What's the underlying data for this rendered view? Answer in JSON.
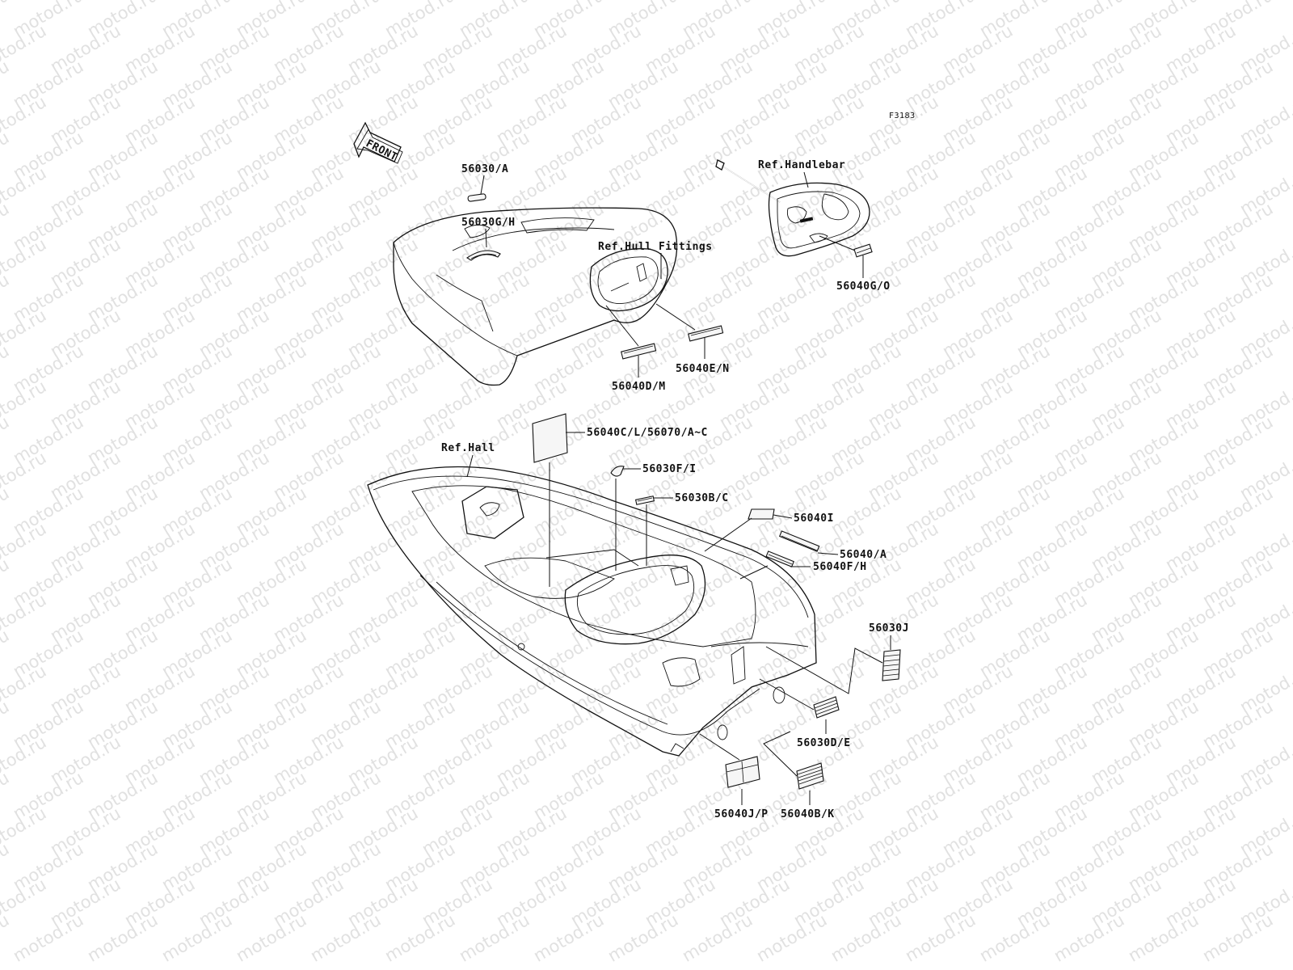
{
  "watermark": "motod.ru",
  "figure_code": "F3183",
  "front_marker": "FRONT",
  "references": {
    "handlebar": "Ref.Handlebar",
    "hull_fittings": "Ref.Hull Fittings",
    "hull": "Ref.Hall"
  },
  "parts": {
    "p56030A": "56030/A",
    "p56030GH": "56030G/H",
    "p56040GO": "56040G/O",
    "p56040DM": "56040D/M",
    "p56040EN": "56040E/N",
    "p56040CL": "56040C/L/56070/A~C",
    "p56030FI": "56030F/I",
    "p56030BC": "56030B/C",
    "p56040I": "56040I",
    "p56040A": "56040/A",
    "p56040FH": "56040F/H",
    "p56030J": "56030J",
    "p56030DE": "56030D/E",
    "p56040JP": "56040J/P",
    "p56040BK": "56040B/K"
  }
}
